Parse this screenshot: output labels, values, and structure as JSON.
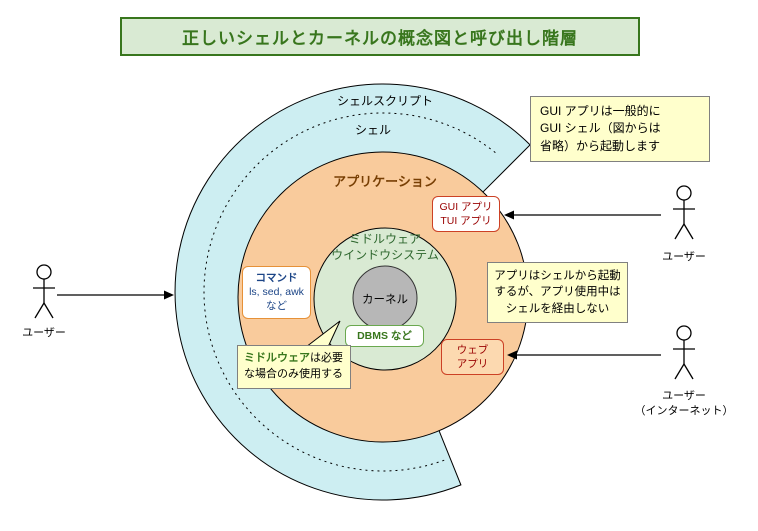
{
  "title": "正しいシェルとカーネルの概念図と呼び出し階層",
  "diagram": {
    "shell_script_label": "シェルスクリプト",
    "shell_label": "シェル",
    "application_label": "アプリケーション",
    "middleware_label_line1": "ミドルウェア",
    "middleware_label_line2": "ウインドウシステム",
    "kernel_label": "カーネル"
  },
  "boxes": {
    "command": {
      "line1": "コマンド",
      "line2": "ls, sed, awk",
      "line3": "など"
    },
    "gui_app": {
      "line1": "GUI アプリ",
      "line2": "TUI アプリ"
    },
    "web_app": {
      "line1": "ウェブ",
      "line2": "アプリ"
    },
    "dbms": {
      "label": "DBMS など"
    }
  },
  "notes": {
    "gui_note": {
      "line1": "GUI アプリは一般的に",
      "line2": "GUI シェル（図からは",
      "line3": "省略）から起動します"
    },
    "app_shell_note": {
      "line1": "アプリはシェルから起動",
      "line2": "するが、アプリ使用中は",
      "line3": "シェルを経由しない"
    },
    "middleware_note": {
      "line1_emphasis": "ミドルウェア",
      "line1_rest": "は必要",
      "line2": "な場合のみ使用する"
    }
  },
  "users": {
    "left": {
      "label": "ユーザー"
    },
    "right_top": {
      "label": "ユーザー"
    },
    "right_bottom": {
      "label_line1": "ユーザー",
      "label_line2": "（インターネット）"
    }
  },
  "colors": {
    "shell_ring_fill": "#cdeef2",
    "application_fill": "#f9cb9c",
    "middleware_fill": "#d9ead3",
    "kernel_fill": "#b7b7b7",
    "note_fill": "#ffffcc",
    "title_fill": "#d9ead3",
    "title_text": "#38761d",
    "application_text": "#783f04",
    "command_text": "#1c4587",
    "app_box_text": "#990000"
  }
}
